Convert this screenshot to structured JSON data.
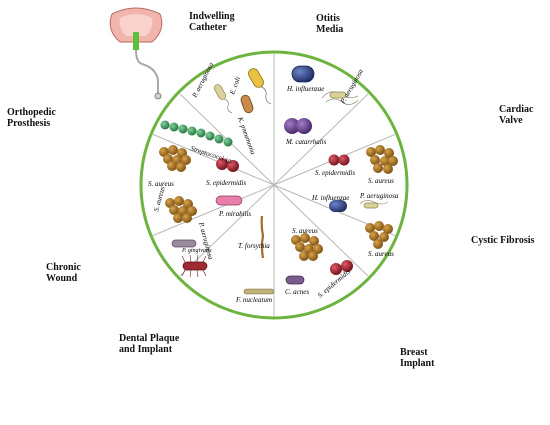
{
  "sites": [
    {
      "id": "indwelling-catheter",
      "label": "Indwelling\nCatheter"
    },
    {
      "id": "otitis-media",
      "label": "Otitis\nMedia"
    },
    {
      "id": "cardiac-valve",
      "label": "Cardiac\nValve"
    },
    {
      "id": "cystic-fibrosis",
      "label": "Cystic Fibrosis"
    },
    {
      "id": "breast-implant",
      "label": "Breast\nImplant"
    },
    {
      "id": "dental-plaque",
      "label": "Dental Plaque\nand Implant"
    },
    {
      "id": "chronic-wound",
      "label": "Chronic\nWound"
    },
    {
      "id": "orthopedic-prosthesis",
      "label": "Orthopedic\nProsthesis"
    }
  ],
  "organisms": {
    "catheter": [
      "E. coli",
      "P. aeruginosa",
      "K. pneumonia"
    ],
    "otitis": [
      "H. influenzae",
      "P. aeruginosa",
      "M. catarrhalis"
    ],
    "cardiac": [
      "S. epidermidis",
      "S. aureus"
    ],
    "cystic": [
      "H. influenzae",
      "P. aeruginosa",
      "S. aureus"
    ],
    "breast": [
      "S. aureus",
      "C. acnes",
      "S. epidermidis"
    ],
    "dental": [
      "T. forsythia",
      "P. gingivalis",
      "F. nucleatum"
    ],
    "wound": [
      "S. aureus",
      "P. mirabilis",
      "P. aeruginosa"
    ],
    "ortho": [
      "Streptococci sp.",
      "S. aureus",
      "S. epidermidis"
    ]
  },
  "colors": {
    "ring": "#6db33f",
    "divider": "#b8b8b8",
    "tissue_pink": "#f2a7a1",
    "bone": "#efe6cf",
    "skin": "#f3d3b3",
    "dark_skin": "#6b3f2a",
    "heart": "#c8352f",
    "lung": "#e9a3a3",
    "s_aureus": "#a8701e",
    "p_aeruginosa": "#d9d39b",
    "h_influenzae": "#34488f",
    "m_catarrhalis": "#6a3f8f",
    "s_epidermidis": "#a32030",
    "strep": "#3a9a5a",
    "e_coli": "#e8c240",
    "k_pneumonia": "#c98a4a",
    "p_mirabilis": "#e77faa",
    "f_nucleatum": "#bfb37a",
    "c_acnes": "#7b5a8c",
    "t_forsythia": "#a46a2a",
    "biofilm_green": "#5bbf3a"
  }
}
